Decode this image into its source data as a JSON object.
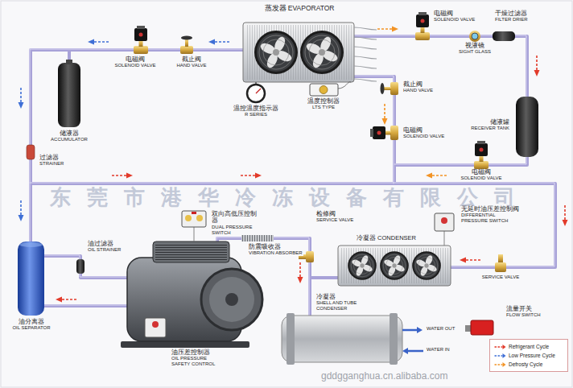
{
  "diagram": {
    "labels": [
      "蒸发器 EVAPORATOR",
      "电磁阀",
      "SOLENOID VALVE",
      "截止阀",
      "HAND VALVE",
      "电磁阀",
      "SOLENOID VALVE",
      "干燥过滤器",
      "FILTER DRIER",
      "视液镜",
      "SIGHT GLASS",
      "截止阀",
      "HAND VALVE",
      "温度控制器",
      "LTS TYPE",
      "温控温度指示器",
      "R SERIES",
      "电磁阀",
      "SOLENOID VALVE",
      "储液罐",
      "RECEIVER TANK",
      "储液器",
      "ACCUMULATOR",
      "过滤器",
      "STRAINER",
      "电磁阀",
      "SOLENOID VALVE",
      "东莞市港华冷冻设备有限公司",
      "双向高低压控制器",
      "DUAL PRESSURE SWITCH",
      "防震吸收器",
      "VIBRATION ABSORBER",
      "油过滤器",
      "OIL STRAINER",
      "检修阀",
      "SERVICE VALVE",
      "无延时油压差控制阀",
      "DIFFERENTIAL PRESSURE SWITCH",
      "冷凝器 CONDENSER",
      "SERVICE VALVE",
      "冷凝器",
      "SHELL AND TUBE CONDENSER",
      "油分离器",
      "OIL SEPARATOR",
      "流量开关",
      "FLOW SWITCH",
      "WATER OUT",
      "WATER IN",
      "油压差控制器",
      "OIL PRESSURE SAFETY CONTROL",
      "gddgganghua.cn.alibaba.com"
    ],
    "legend": [
      {
        "text": "Refrigerant Cycle"
      },
      {
        "text": "Low Pressure Cycle"
      },
      {
        "text": "Defrosty Cycle"
      }
    ]
  }
}
